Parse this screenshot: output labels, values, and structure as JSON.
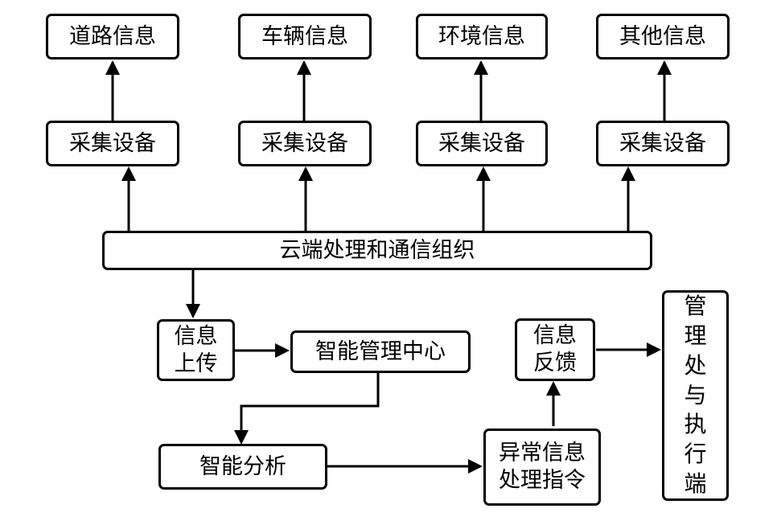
{
  "info_nodes": [
    "道路信息",
    "车辆信息",
    "环境信息",
    "其他信息"
  ],
  "collect_nodes": [
    "采集设备",
    "采集设备",
    "采集设备",
    "采集设备"
  ],
  "cloud": "云端处理和通信组织",
  "upload": [
    "信息",
    "上传"
  ],
  "center": "智能管理中心",
  "analysis": "智能分析",
  "abnormal": [
    "异常信息",
    "处理指令"
  ],
  "feedback": [
    "信息",
    "反馈"
  ],
  "terminal": [
    "管",
    "理",
    "处",
    "与",
    "执",
    "行",
    "端"
  ]
}
